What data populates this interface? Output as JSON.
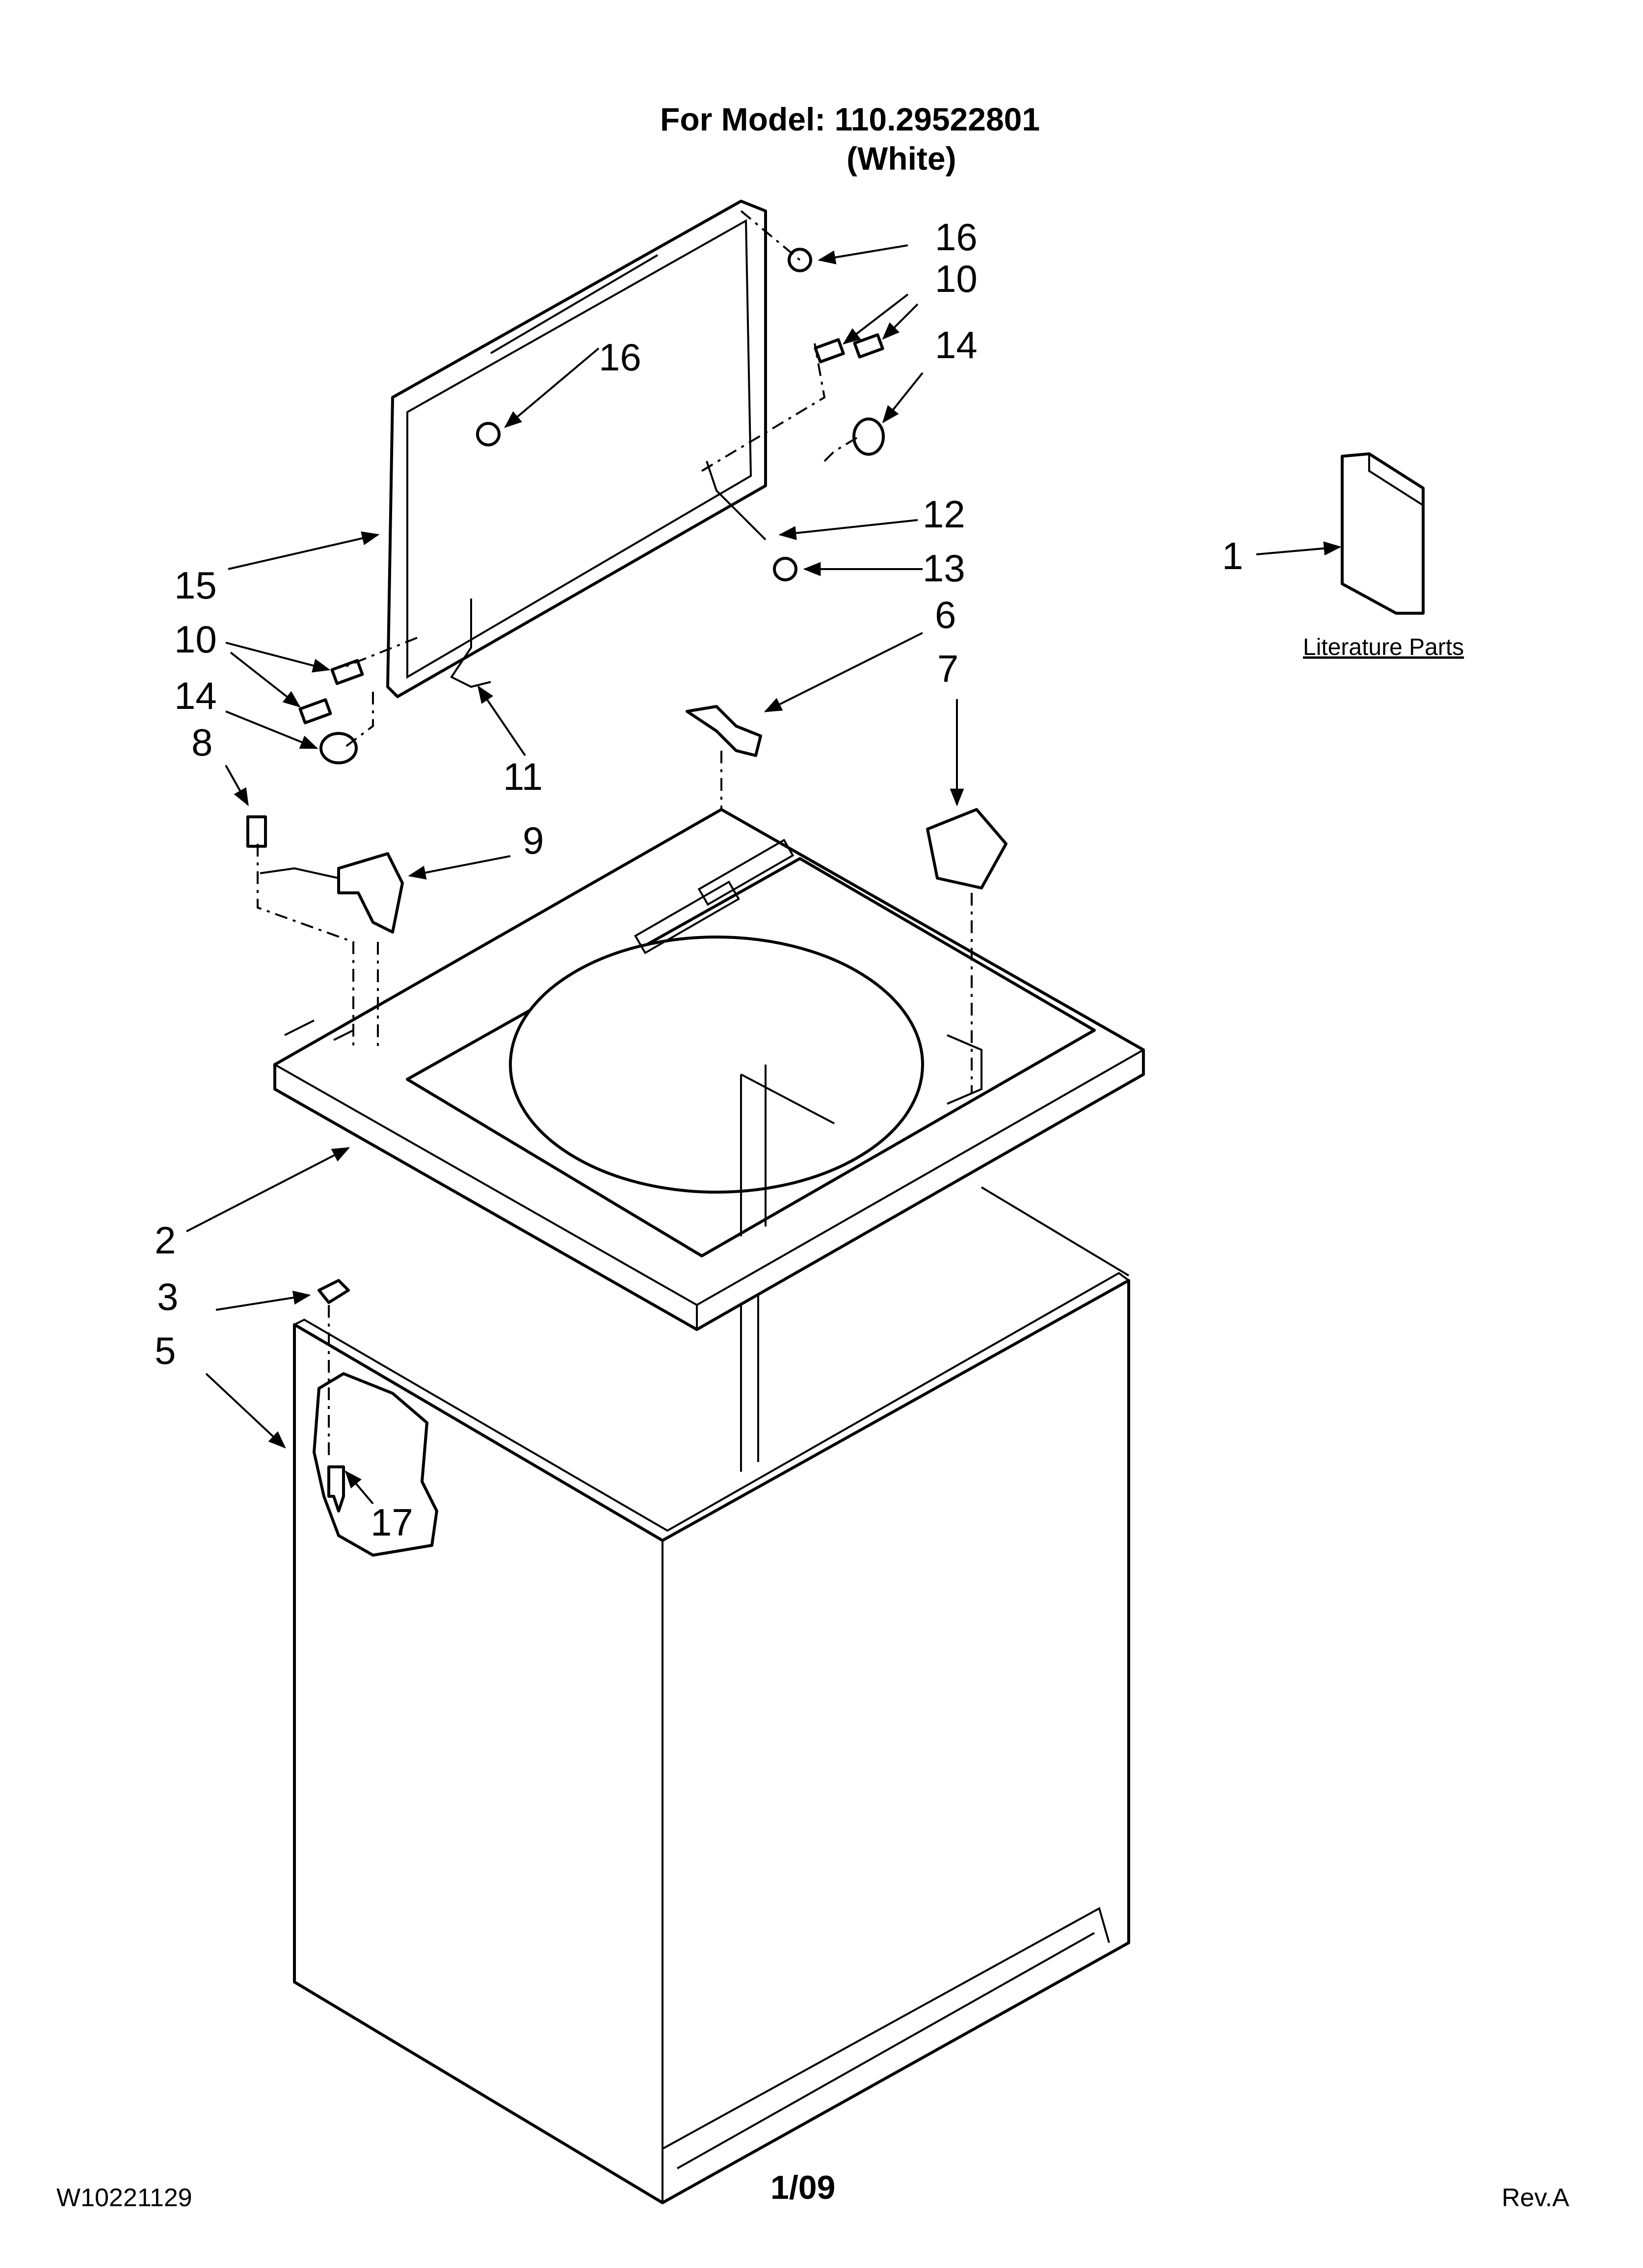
{
  "header": {
    "model_line": "For Model: 110.29522801",
    "color_line": "(White)"
  },
  "footer": {
    "doc_number": "W10221129",
    "date": "1/09",
    "revision": "Rev.A"
  },
  "literature": {
    "label": "Literature Parts"
  },
  "callouts": [
    {
      "id": "c16a",
      "text": "16"
    },
    {
      "id": "c10a",
      "text": "10"
    },
    {
      "id": "c14a",
      "text": "14"
    },
    {
      "id": "c16b",
      "text": "16"
    },
    {
      "id": "c12",
      "text": "12"
    },
    {
      "id": "c13",
      "text": "13"
    },
    {
      "id": "c1",
      "text": "1"
    },
    {
      "id": "c15",
      "text": "15"
    },
    {
      "id": "c10b",
      "text": "10"
    },
    {
      "id": "c14b",
      "text": "14"
    },
    {
      "id": "c8",
      "text": "8"
    },
    {
      "id": "c11",
      "text": "11"
    },
    {
      "id": "c6",
      "text": "6"
    },
    {
      "id": "c7",
      "text": "7"
    },
    {
      "id": "c9",
      "text": "9"
    },
    {
      "id": "c2",
      "text": "2"
    },
    {
      "id": "c3",
      "text": "3"
    },
    {
      "id": "c5",
      "text": "5"
    },
    {
      "id": "c17",
      "text": "17"
    }
  ]
}
